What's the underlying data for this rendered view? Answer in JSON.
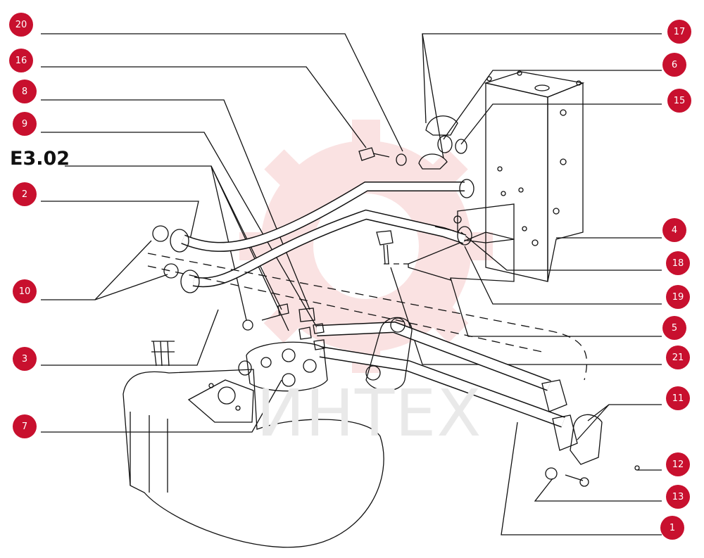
{
  "diagram": {
    "title": "E3.02",
    "watermark": "ИНТЕХ",
    "callouts": [
      "20",
      "16",
      "8",
      "9",
      "2",
      "10",
      "3",
      "7",
      "17",
      "6",
      "15",
      "4",
      "18",
      "19",
      "5",
      "21",
      "11",
      "12",
      "13",
      "1"
    ]
  },
  "colors": {
    "callout_fill": "#c8102e",
    "callout_text": "#ffffff",
    "watermark": "#f2c4c4",
    "line": "#111111"
  }
}
